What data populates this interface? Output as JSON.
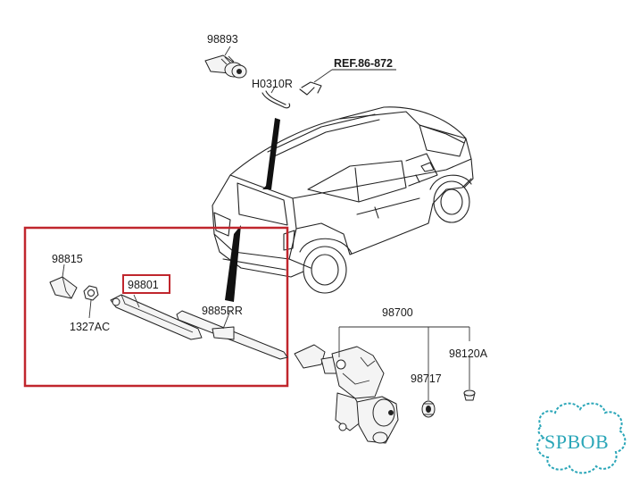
{
  "labels": {
    "washer_nozzle": "98893",
    "hose": "H0310R",
    "ref": "REF.86-872",
    "cap": "98815",
    "nut": "1327AC",
    "wiper_arm": "98801",
    "wiper_blade": "9885RR",
    "motor_assy": "98700",
    "seal": "98717",
    "grommet": "98120A"
  },
  "colors": {
    "highlight": "#c0262d",
    "logo": "#2aa6b8",
    "line": "#222222"
  },
  "logo": {
    "text": "SPBOB",
    "icon": "cloud-badge-icon"
  }
}
